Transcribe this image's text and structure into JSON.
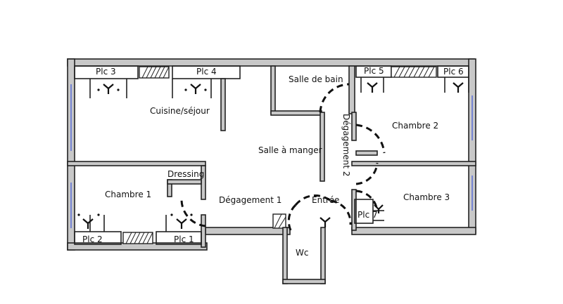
{
  "rooms": {
    "plc3": "Plc 3",
    "plc4": "Plc 4",
    "plc5": "Plc 5",
    "plc6": "Plc 6",
    "plc7": "Plc 7",
    "plc2": "Plc 2",
    "plc1": "Plc 1",
    "salle_de_bain": "Salle de bain",
    "cuisine": "Cuisine/séjour",
    "chambre2": "Chambre 2",
    "degagement2": "Dégagement 2",
    "salle_a_manger": "Salle à manger",
    "dressing": "Dressing",
    "chambre1": "Chambre 1",
    "degagement1": "Dégagement 1",
    "entree": "Entrée",
    "chambre3": "Chambre 3",
    "wc": "Wc"
  }
}
